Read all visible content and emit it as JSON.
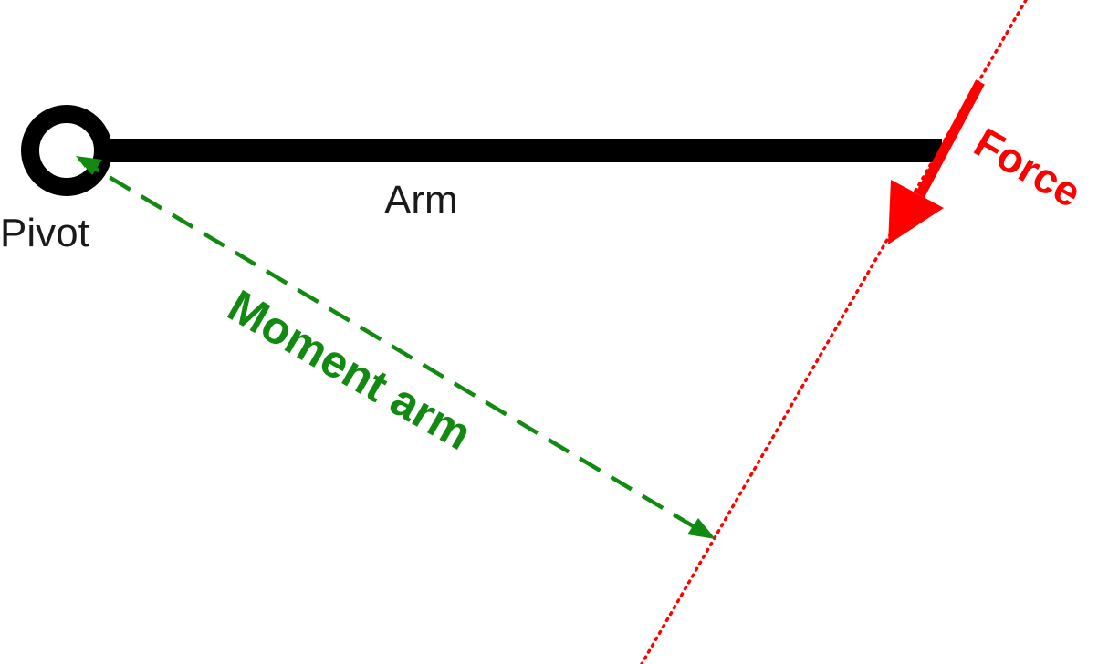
{
  "labels": {
    "pivot": "Pivot",
    "arm": "Arm",
    "moment_arm": "Moment arm",
    "force": "Force"
  },
  "colors": {
    "arm": "#000000",
    "moment_arm": "#128a12",
    "force": "#ff0000",
    "text": "#1a1a1a"
  }
}
